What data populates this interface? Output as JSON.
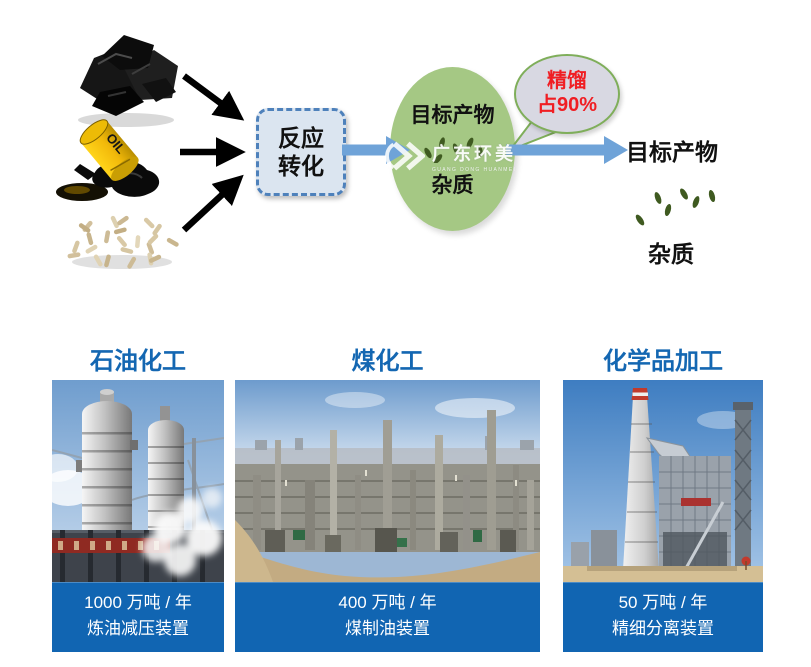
{
  "watermark": {
    "name": "广东环美",
    "tagline": "GUANG DONG HUANMEI"
  },
  "diagram": {
    "inputs": [
      "coal-lumps",
      "oil-can-spill",
      "biomass-pellets"
    ],
    "oil_label": "OIL",
    "reaction_line1": "反应",
    "reaction_line2": "转化",
    "mixture_product": "目标产物",
    "mixture_impurity": "杂质",
    "bubble_line1": "精馏",
    "bubble_line2": "占90%",
    "output_product": "目标产物",
    "output_impurity": "杂质"
  },
  "industries": [
    {
      "title": "石油化工",
      "capacity": "1000 万吨 / 年",
      "unit": "炼油减压装置",
      "photo": "refinery-vacuum-towers"
    },
    {
      "title": "煤化工",
      "capacity": "400 万吨 / 年",
      "unit": "煤制油装置",
      "photo": "coal-to-liquid-plant"
    },
    {
      "title": "化学品加工",
      "capacity": "50 万吨 / 年",
      "unit": "精细分离装置",
      "photo": "fine-separation-plant"
    }
  ],
  "colors": {
    "arrow_blue": "#6fa3d8",
    "box_border": "#4e81bb",
    "box_fill": "#dbe5f0",
    "ellipse_green": "#a5c884",
    "bubble_fill": "#d8d8e2",
    "bubble_border": "#7fae5a",
    "accent_red": "#f01e23",
    "header_blue": "#1467b2",
    "caption_bg": "#1165b2",
    "speck_green": "#3f5a20"
  }
}
